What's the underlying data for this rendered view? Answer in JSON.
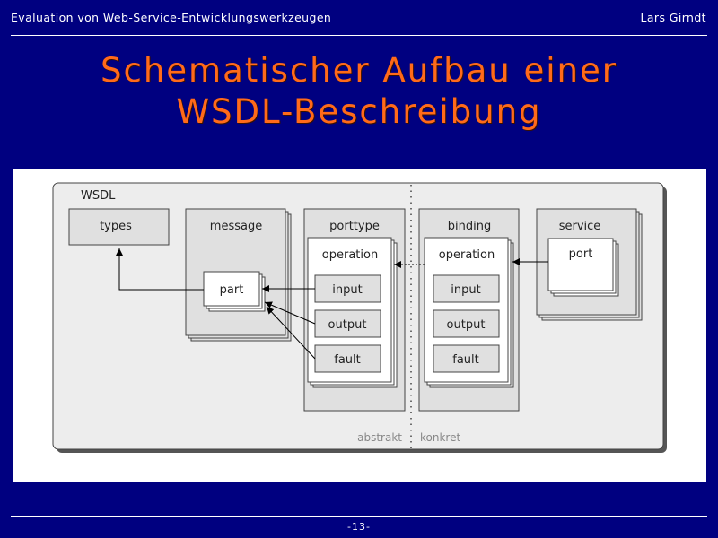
{
  "header": {
    "left": "Evaluation von Web-Service-Entwicklungswerkzeugen",
    "right": "Lars Girndt"
  },
  "title": {
    "line1": "Schematischer Aufbau einer",
    "line2": "WSDL-Beschreibung"
  },
  "diagram": {
    "outer_label": "WSDL",
    "types": "types",
    "message": "message",
    "part": "part",
    "porttype": "porttype",
    "binding": "binding",
    "service": "service",
    "port": "port",
    "operation": "operation",
    "input": "input",
    "output": "output",
    "fault": "fault",
    "abstract_label": "abstrakt",
    "concrete_label": "konkret"
  },
  "footer": {
    "page": "-13-"
  }
}
